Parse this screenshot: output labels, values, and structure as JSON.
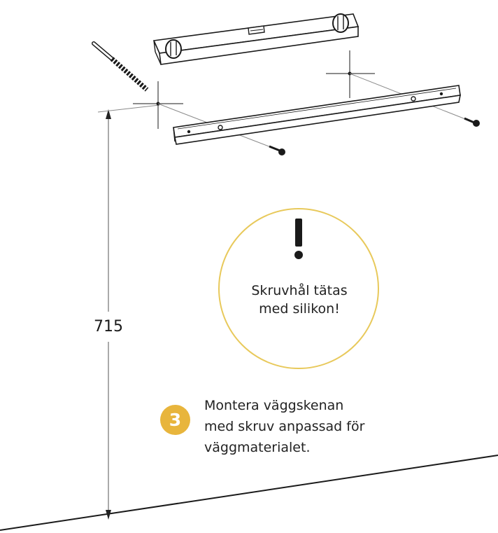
{
  "dimension": {
    "height_label": "715"
  },
  "note": {
    "line1": "Skruvhål tätas",
    "line2": "med silikon!",
    "icon": "exclamation-icon",
    "ring_color": "#e8c95b"
  },
  "step": {
    "number": "3",
    "badge_color": "#e8b53c",
    "lines": [
      "Montera väggskenan",
      "med skruv anpassad för",
      "väggmaterialet."
    ]
  },
  "colors": {
    "line": "#1a1a1a",
    "guide": "#8a8a8a"
  }
}
